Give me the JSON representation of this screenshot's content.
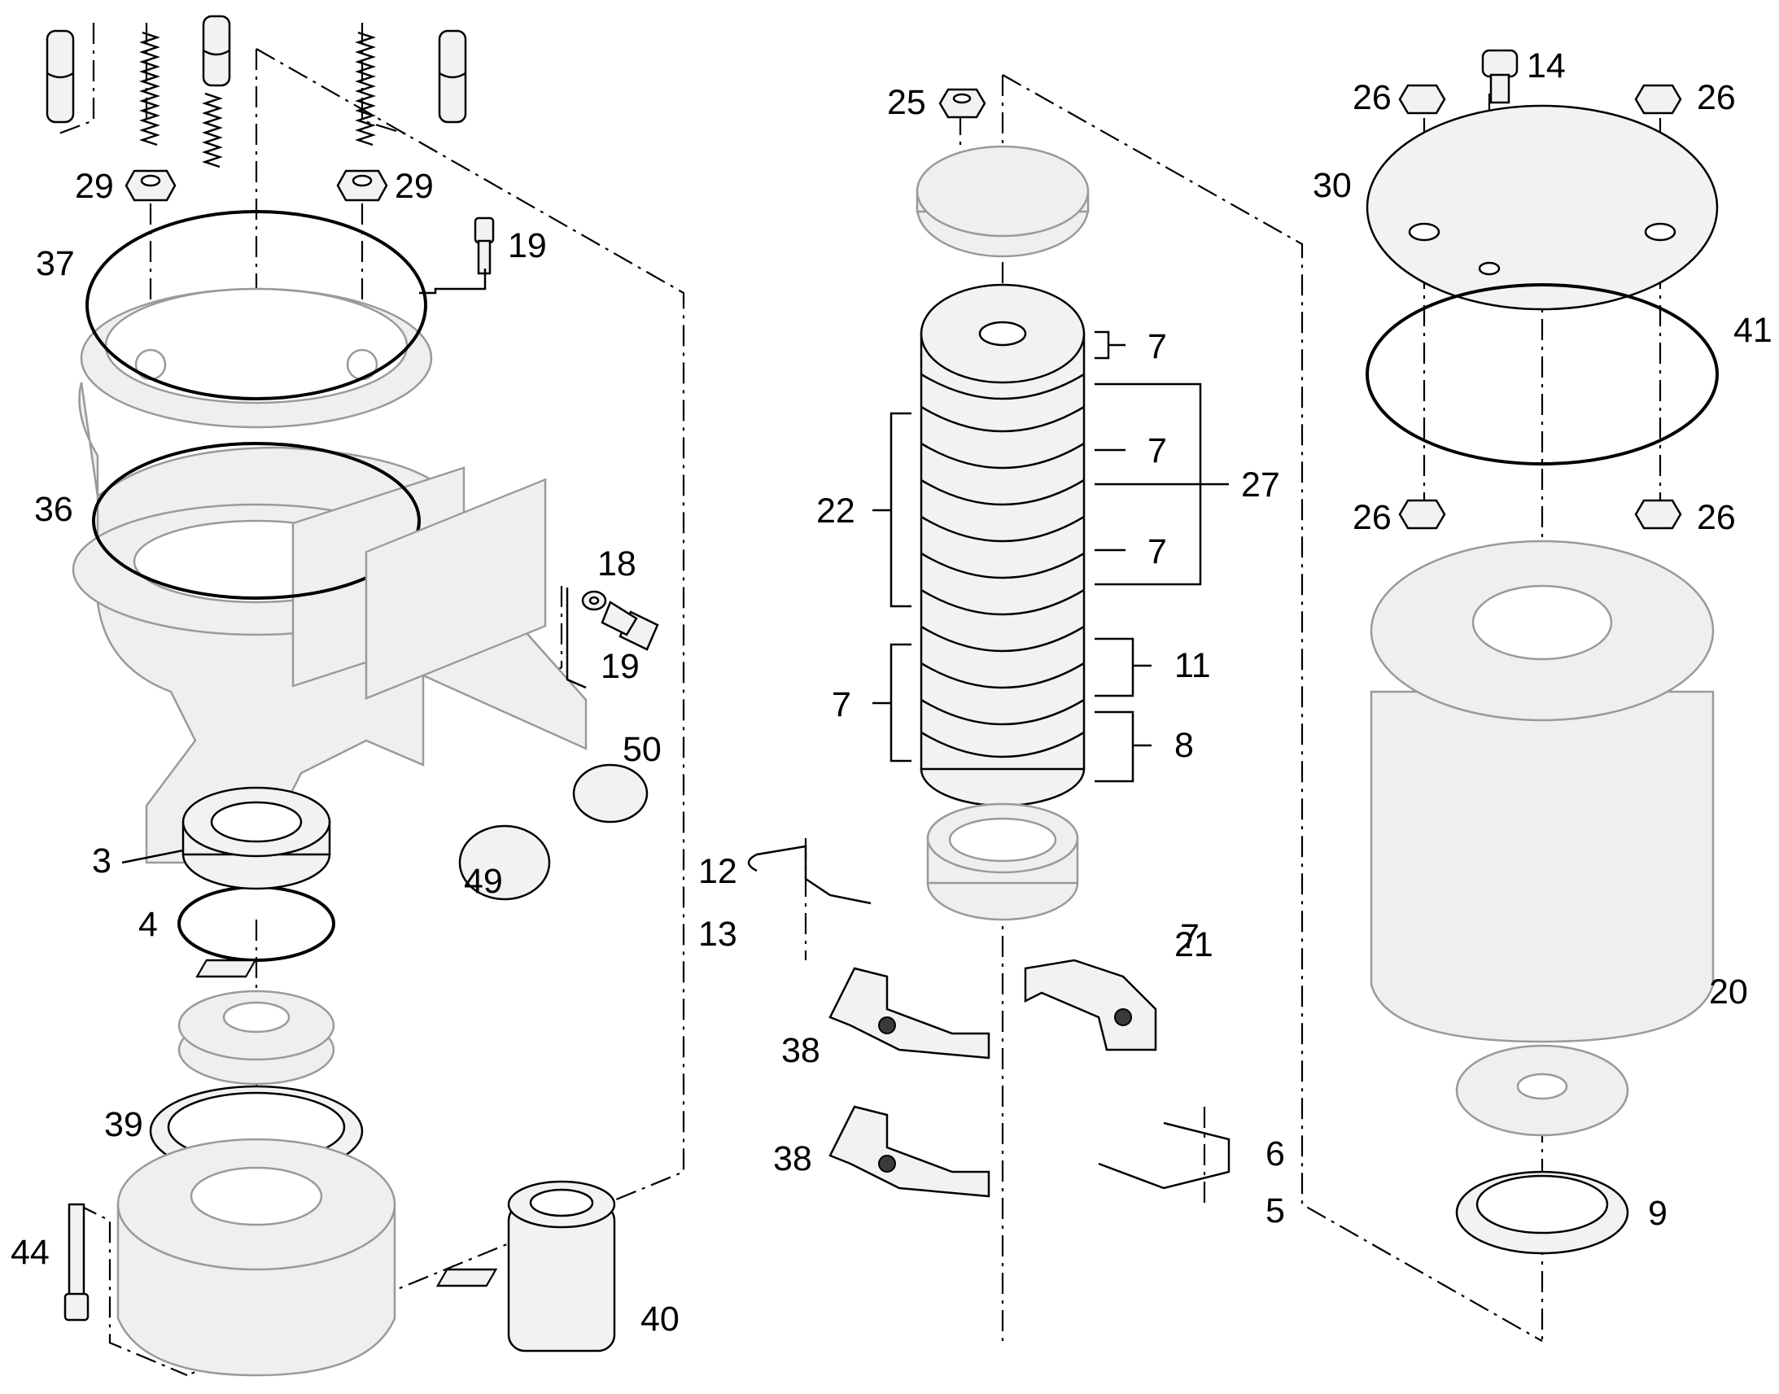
{
  "callouts": [
    "3",
    "4",
    "5",
    "6",
    "7",
    "7",
    "7",
    "7",
    "7",
    "8",
    "9",
    "11",
    "12",
    "13",
    "14",
    "18",
    "19",
    "19",
    "20",
    "21",
    "22",
    "25",
    "26",
    "26",
    "26",
    "26",
    "27",
    "29",
    "29",
    "30",
    "36",
    "37",
    "38",
    "38",
    "39",
    "40",
    "41",
    "44",
    "49",
    "50"
  ],
  "icons": [
    "nut-icon",
    "bolt-icon",
    "spring-icon",
    "sleeve-icon",
    "ring-icon",
    "bearing-icon",
    "housing-icon",
    "cable-gland-icon",
    "slip-ring-icon",
    "brush-holder-icon",
    "cover-icon",
    "drum-icon",
    "washer-icon"
  ]
}
